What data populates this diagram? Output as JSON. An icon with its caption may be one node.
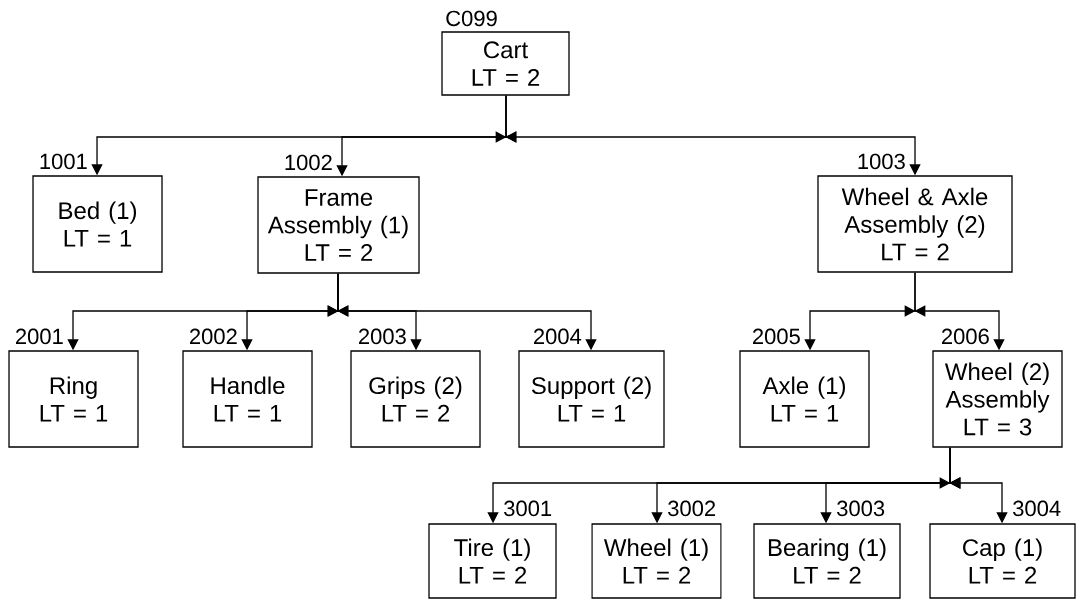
{
  "diagram": {
    "nodes": [
      {
        "text": [
          "Cart",
          "LT = 2"
        ],
        "beside": [
          "C099"
        ]
      },
      {
        "text": [
          "Bed (1)",
          "LT = 1"
        ],
        "beside": [
          "1001"
        ]
      },
      {
        "text": [
          "Frame Assembly (1)",
          "LT = 2"
        ],
        "beside": [
          "1002"
        ]
      },
      {
        "text": [
          "Wheel & Axle Assembly (2)",
          "LT = 2"
        ],
        "beside": [
          "1003"
        ]
      },
      {
        "text": [
          "Ring",
          "LT = 1"
        ],
        "beside": [
          "2001"
        ]
      },
      {
        "text": [
          "Handle",
          "LT = 1"
        ],
        "beside": [
          "2002"
        ]
      },
      {
        "text": [
          "Grips (2)",
          "LT = 2"
        ],
        "beside": [
          "2003"
        ]
      },
      {
        "text": [
          "Support (2)",
          "LT = 1"
        ],
        "beside": [
          "2004"
        ]
      },
      {
        "text": [
          "Axle (1)",
          "LT = 1"
        ],
        "beside": [
          "2005"
        ]
      },
      {
        "text": [
          "Wheel (2) Assembly",
          "LT = 3"
        ],
        "beside": [
          "2006"
        ]
      },
      {
        "text": [
          "Tire (1)",
          "LT = 2"
        ],
        "beside": [
          "3001"
        ]
      },
      {
        "text": [
          "Wheel (1)",
          "LT = 2"
        ],
        "beside": [
          "3002"
        ]
      },
      {
        "text": [
          "Bearing (1)",
          "LT = 2"
        ],
        "beside": [
          "3003"
        ]
      },
      {
        "text": [
          "Cap (1)",
          "LT = 2"
        ],
        "beside": [
          "3004"
        ]
      }
    ],
    "edges": [
      {
        "from": 0,
        "to": 1,
        "arrow": "to"
      },
      {
        "from": 0,
        "to": 2,
        "arrow": "to"
      },
      {
        "from": 0,
        "to": 3,
        "arrow": "to"
      },
      {
        "from": 2,
        "to": 4,
        "arrow": "to"
      },
      {
        "from": 2,
        "to": 5,
        "arrow": "to"
      },
      {
        "from": 2,
        "to": 6,
        "arrow": "to"
      },
      {
        "from": 2,
        "to": 7,
        "arrow": "to"
      },
      {
        "from": 3,
        "to": 8,
        "arrow": "to"
      },
      {
        "from": 3,
        "to": 9,
        "arrow": "to"
      },
      {
        "from": 9,
        "to": 10,
        "arrow": "to"
      },
      {
        "from": 9,
        "to": 11,
        "arrow": "to"
      },
      {
        "from": 9,
        "to": 12,
        "arrow": "to"
      },
      {
        "from": 9,
        "to": 13,
        "arrow": "to"
      }
    ]
  }
}
